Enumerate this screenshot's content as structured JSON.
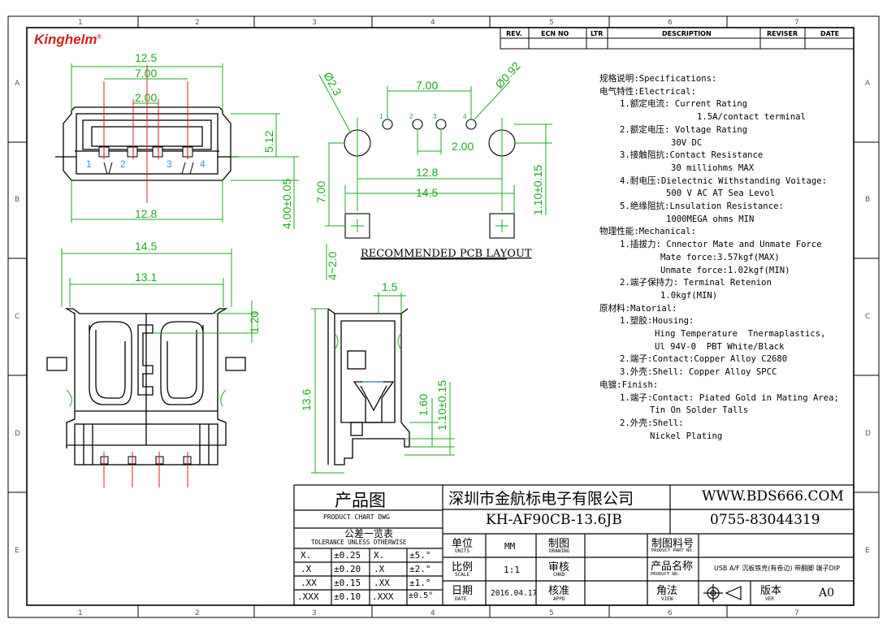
{
  "logo": {
    "brand": "Kinghelm",
    "mark": "®"
  },
  "grid": {
    "columns": [
      "1",
      "2",
      "3",
      "4",
      "5",
      "6",
      "7"
    ],
    "rows": [
      "A",
      "B",
      "C",
      "D",
      "E"
    ]
  },
  "revision_block": {
    "headers": [
      "REV.",
      "ECN NO",
      "LTR",
      "DESCRIPTION",
      "REVISER",
      "DATE"
    ]
  },
  "specifications": [
    "规格说明:Specifications:",
    "电气特性:Electrical:",
    "1.额定电流: Current Rating",
    "1.5A/contact terminal",
    "2.额定电压: Voltage Rating",
    "30V DC",
    "3.接触阻抗:Contact Resistance",
    "30 milliohms MAX",
    "4.耐电压:Dielectnic Withstanding Voitage:",
    "500 V AC AT Sea Levol",
    "5.绝缘阻抗:Lnsulation Resistance:",
    "1000MEGA ohms MIN",
    "物理性能:Mechanical:",
    "1.插拔力: Cnnector Mate and Unmate Force",
    "Mate force:3.57kgf(MAX)",
    "Unmate force:1.02kgf(MIN)",
    "2.端子保持力: Terminal Retenion",
    "1.0kgf(MIN)",
    "原材料:Matorial:",
    "1.塑胶:Housing:",
    "Hing Temperature  Tnermaplastics,",
    "Ul 94V-0  PBT White/Black",
    "2.端子:Contact:Copper Alloy C2680",
    "3.外壳:Shell: Copper Alloy SPCC",
    "电镀:Finish:",
    "1.端子:Contact: Piated Gold in Mating Area;",
    "Tin On Solder Talls",
    "2.外壳:Shell:",
    "Nickel Plating"
  ],
  "dims": {
    "front_12_5": "12.5",
    "front_7_00": "7.00",
    "front_2_00": "2.00",
    "front_12_8": "12.8",
    "front_5_12": "5.12",
    "front_4_00": "4.00±0.05",
    "pins": [
      "1",
      "2",
      "3",
      "4"
    ],
    "pcb_7_00": "7.00",
    "pcb_d23": "Ø2.3",
    "pcb_d092": "Ø0.92",
    "pcb_2_00": "2.00",
    "pcb_12_8": "12.8",
    "pcb_14_5": "14.5",
    "pcb_7_00v": "7.00",
    "pcb_1_10": "1.10±0.15",
    "pcb_4_2": "4~2.0",
    "pcb_label": "RECOMMENDED PCB LAYOUT",
    "top_14_5": "14.5",
    "top_13_1": "13.1",
    "top_1_20": "1.20",
    "side_1_5": "1.5",
    "side_13_6": "13.6",
    "side_1_60": "1.60",
    "side_1_10": "1.10±0.15"
  },
  "title_block": {
    "drawing_title": "产品图",
    "drawing_title_en": "PRODUCT CHART DWG",
    "company": "深圳市金航标电子有限公司",
    "website": "WWW.BDS666.COM",
    "part_number": "KH-AF90CB-13.6JB",
    "phone": "0755-83044319",
    "tol_title": "公差一览表",
    "tol_title_en": "TOLERANCE UNLESS OTHERWISE",
    "tolerances": [
      [
        "X.",
        "±0.25",
        "X.",
        "±5.°"
      ],
      [
        ".X",
        "±0.20",
        ".X",
        "±2.°"
      ],
      [
        ".XX",
        "±0.15",
        ".XX",
        "±1.°"
      ],
      [
        ".XXX",
        "±0.10",
        ".XXX",
        "±0.5°"
      ]
    ],
    "units_label": "单位",
    "units_en": "UNITS",
    "units_value": "MM",
    "scale_label": "比例",
    "scale_en": "SCALE",
    "scale_value": "1:1",
    "date_label": "日期",
    "date_en": "DATE",
    "date_value": "2016.04.17",
    "drawing_label": "制图",
    "drawing_en": "DRAWING",
    "checked_label": "审核",
    "checked_en": "CHKD",
    "approved_label": "核准",
    "approved_en": "APPD",
    "product_no_label": "制图料号",
    "product_no_en": "PRODUCT PART NO.",
    "product_name_label": "产品名称",
    "product_name_en": "PRODUCT  NO.",
    "product_name_value": "USB A/F 沉板铁壳(有卷边) 带翻脚 端子DIP",
    "view_label": "角法",
    "view_en": "VIEW",
    "version_label": "版本",
    "version_en": "VER",
    "version_value": "A0"
  },
  "colors": {
    "dim": "#1faa1f",
    "outline": "#000000",
    "center": "#d42020",
    "pin": "#3399dd"
  }
}
